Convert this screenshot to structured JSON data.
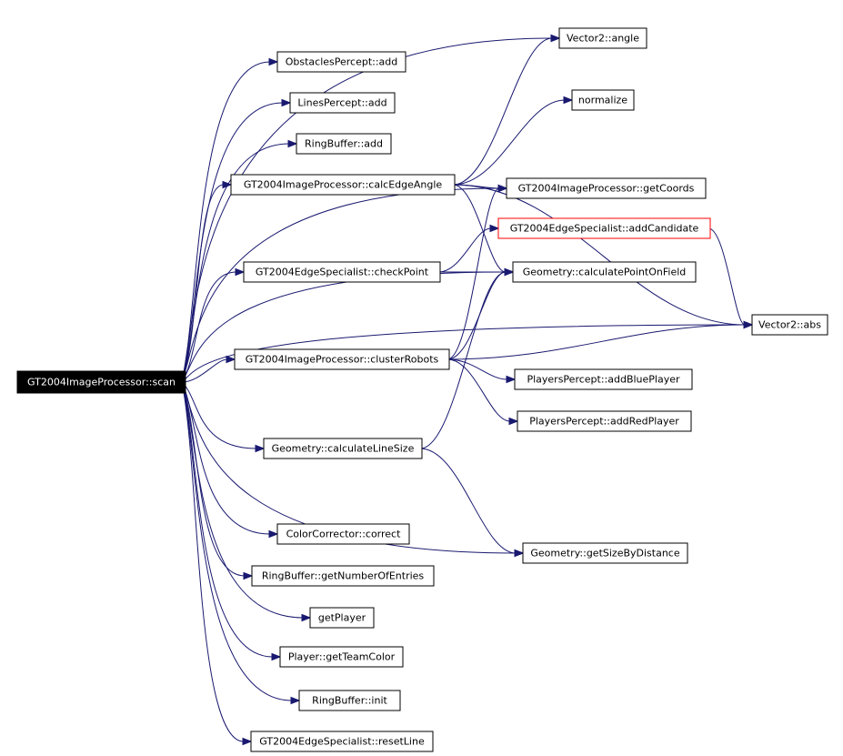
{
  "graph": {
    "edge_color": "#191970",
    "nodes": [
      {
        "id": "scan",
        "label": "GT2004ImageProcessor::scan",
        "style": "root"
      },
      {
        "id": "angle",
        "label": "Vector2::angle"
      },
      {
        "id": "obst",
        "label": "ObstaclesPercept::add"
      },
      {
        "id": "lines",
        "label": "LinesPercept::add"
      },
      {
        "id": "ringadd",
        "label": "RingBuffer::add"
      },
      {
        "id": "calcEdge",
        "label": "GT2004ImageProcessor::calcEdgeAngle"
      },
      {
        "id": "normalize",
        "label": "normalize"
      },
      {
        "id": "getCoords",
        "label": "GT2004ImageProcessor::getCoords"
      },
      {
        "id": "addCand",
        "label": "GT2004EdgeSpecialist::addCandidate",
        "style": "red"
      },
      {
        "id": "checkPoint",
        "label": "GT2004EdgeSpecialist::checkPoint"
      },
      {
        "id": "calcPoint",
        "label": "Geometry::calculatePointOnField"
      },
      {
        "id": "abs",
        "label": "Vector2::abs"
      },
      {
        "id": "cluster",
        "label": "GT2004ImageProcessor::clusterRobots"
      },
      {
        "id": "blue",
        "label": "PlayersPercept::addBluePlayer"
      },
      {
        "id": "redp",
        "label": "PlayersPercept::addRedPlayer"
      },
      {
        "id": "lineSize",
        "label": "Geometry::calculateLineSize"
      },
      {
        "id": "sizeDist",
        "label": "Geometry::getSizeByDistance"
      },
      {
        "id": "correct",
        "label": "ColorCorrector::correct"
      },
      {
        "id": "numEntries",
        "label": "RingBuffer::getNumberOfEntries"
      },
      {
        "id": "getPlayer",
        "label": "getPlayer"
      },
      {
        "id": "teamColor",
        "label": "Player::getTeamColor"
      },
      {
        "id": "ringinit",
        "label": "RingBuffer::init"
      },
      {
        "id": "resetLine",
        "label": "GT2004EdgeSpecialist::resetLine"
      }
    ],
    "edges": [
      [
        "scan",
        "angle"
      ],
      [
        "scan",
        "obst"
      ],
      [
        "scan",
        "lines"
      ],
      [
        "scan",
        "ringadd"
      ],
      [
        "scan",
        "calcEdge"
      ],
      [
        "scan",
        "getCoords"
      ],
      [
        "scan",
        "checkPoint"
      ],
      [
        "scan",
        "calcPoint"
      ],
      [
        "scan",
        "abs"
      ],
      [
        "scan",
        "cluster"
      ],
      [
        "scan",
        "lineSize"
      ],
      [
        "scan",
        "sizeDist"
      ],
      [
        "scan",
        "correct"
      ],
      [
        "scan",
        "numEntries"
      ],
      [
        "scan",
        "getPlayer"
      ],
      [
        "scan",
        "teamColor"
      ],
      [
        "scan",
        "ringinit"
      ],
      [
        "scan",
        "resetLine"
      ],
      [
        "calcEdge",
        "angle"
      ],
      [
        "calcEdge",
        "normalize"
      ],
      [
        "calcEdge",
        "getCoords"
      ],
      [
        "calcEdge",
        "calcPoint"
      ],
      [
        "calcEdge",
        "abs"
      ],
      [
        "checkPoint",
        "addCand"
      ],
      [
        "checkPoint",
        "calcPoint"
      ],
      [
        "addCand",
        "abs"
      ],
      [
        "cluster",
        "getCoords"
      ],
      [
        "cluster",
        "calcPoint"
      ],
      [
        "cluster",
        "abs"
      ],
      [
        "cluster",
        "blue"
      ],
      [
        "cluster",
        "redp"
      ],
      [
        "lineSize",
        "calcPoint"
      ],
      [
        "lineSize",
        "sizeDist"
      ]
    ]
  }
}
